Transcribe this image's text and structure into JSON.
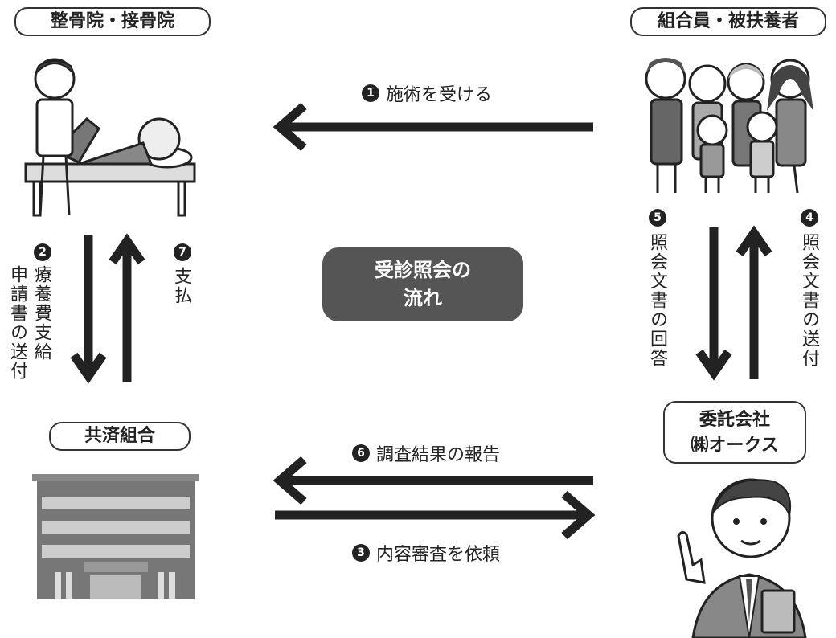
{
  "nodes": {
    "clinic": "整骨院・接骨院",
    "members": "組合員・被扶養者",
    "union": "共済組合",
    "contractor_line1": "委託会社",
    "contractor_line2": "㈱オークス"
  },
  "center": {
    "line1": "受診照会の",
    "line2": "流れ"
  },
  "steps": [
    {
      "num": "1",
      "label": "施術を受ける"
    },
    {
      "num": "2",
      "label": "療養費支給申請書の送付"
    },
    {
      "num": "3",
      "label": "内容審査を依頼"
    },
    {
      "num": "4",
      "label": "照会文書の送付"
    },
    {
      "num": "5",
      "label": "照会文書の回答"
    },
    {
      "num": "6",
      "label": "調査結果の報告"
    },
    {
      "num": "7",
      "label": "支払"
    }
  ],
  "step2_split": {
    "col1": "療養費支給",
    "col2": "申請書の送付"
  }
}
